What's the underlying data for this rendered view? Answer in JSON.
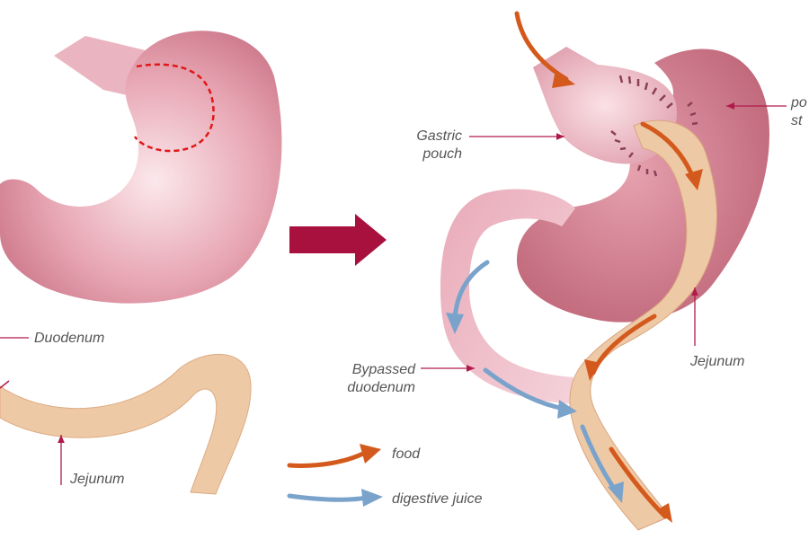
{
  "labels": {
    "duodenum": "Duodenum",
    "jejunum_left": "Jejunum",
    "gastric_pouch_line1": "Gastric",
    "gastric_pouch_line2": "pouch",
    "bypassed_line1": "Bypassed",
    "bypassed_line2": "duodenum",
    "jejunum_right": "Jejunum",
    "remnant_partial_line1": "",
    "remnant_partial_line2": "po",
    "remnant_partial_line3": "st"
  },
  "legend": {
    "food": "food",
    "digestive_juice": "digestive juice"
  },
  "colors": {
    "stomach": "#d98a98",
    "stomach_dark": "#b85c70",
    "intestine": "#eec9a6",
    "intestine_edge": "#d9a57e",
    "food_arrow": "#d35a1c",
    "juice_arrow": "#7aa3cc",
    "transition_arrow": "#a8103e",
    "leader_line": "#b01a4a",
    "cut_line": "#e01818",
    "staples": "#8a4055"
  }
}
